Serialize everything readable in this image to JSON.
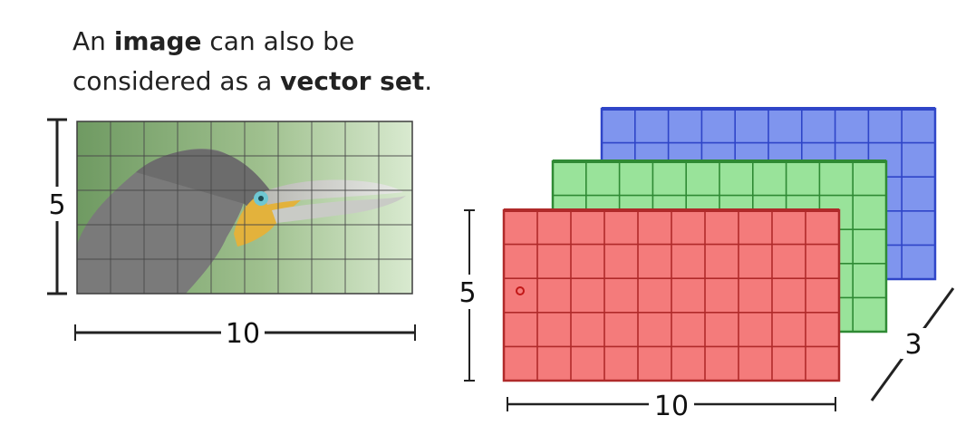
{
  "caption": {
    "line1_prefix": "An ",
    "line1_bold": "image",
    "line1_suffix": " can also be",
    "line2_prefix": "considered as a ",
    "line2_bold": "vector set",
    "line2_suffix": "."
  },
  "image_panel": {
    "grid_columns": 10,
    "grid_rows": 5,
    "height_label": "5",
    "width_label": "10"
  },
  "channel_stack": {
    "grid_columns": 10,
    "grid_rows": 5,
    "height_label": "5",
    "width_label": "10",
    "depth_label": "3",
    "layers": [
      {
        "name": "blue",
        "fill": "#7f95ee",
        "stroke": "#2f45c8"
      },
      {
        "name": "green",
        "fill": "#99e39a",
        "stroke": "#2f8a34"
      },
      {
        "name": "red",
        "fill": "#f47b7b",
        "stroke": "#b02a2a"
      }
    ]
  }
}
